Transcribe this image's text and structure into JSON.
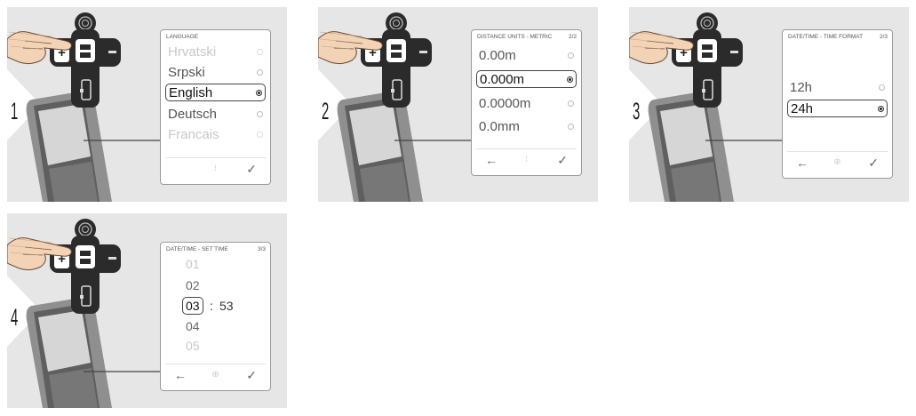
{
  "steps": [
    {
      "number": "1",
      "title_left": "LANGUAGE",
      "title_right": "",
      "options": [
        {
          "label": "Hrvatski",
          "state": "faded"
        },
        {
          "label": "Srpski",
          "state": "normal"
        },
        {
          "label": "English",
          "state": "selected"
        },
        {
          "label": "Deutsch",
          "state": "normal"
        },
        {
          "label": "Francais",
          "state": "faded"
        }
      ],
      "bar": {
        "left": "",
        "middle": "scroll-icon",
        "right": "✓"
      }
    },
    {
      "number": "2",
      "title_left": "DISTANCE UNITS - METRIC",
      "title_right": "2/2",
      "options": [
        {
          "label": "0.00m",
          "state": "normal"
        },
        {
          "label": "0.000m",
          "state": "selected"
        },
        {
          "label": "0.0000m",
          "state": "normal"
        },
        {
          "label": "0.0mm",
          "state": "normal"
        }
      ],
      "bar": {
        "left": "←",
        "middle": "scroll-icon",
        "right": "✓"
      }
    },
    {
      "number": "3",
      "title_left": "DATE/TIME - TIME FORMAT",
      "title_right": "2/3",
      "options": [
        {
          "label": "12h",
          "state": "normal"
        },
        {
          "label": "24h",
          "state": "selected"
        }
      ],
      "bar": {
        "left": "←",
        "middle": "navigation-icon",
        "right": "✓"
      }
    },
    {
      "number": "4",
      "title_left": "DATE/TIME - SET TIME",
      "title_right": "3/3",
      "hours": [
        "01",
        "02",
        "03",
        "04",
        "05"
      ],
      "selected_hour": "03",
      "separator": ":",
      "minutes": "53",
      "bar": {
        "left": "←",
        "middle": "navigation-icon",
        "right": "✓"
      }
    }
  ],
  "keypad": {
    "plus": "+",
    "minus": "−"
  },
  "colors": {
    "panel_bg": "#e6e6e6",
    "keypad": "#2b2b2b",
    "device_body": "#8e8e8e",
    "device_screen": "#d4d4d4"
  }
}
